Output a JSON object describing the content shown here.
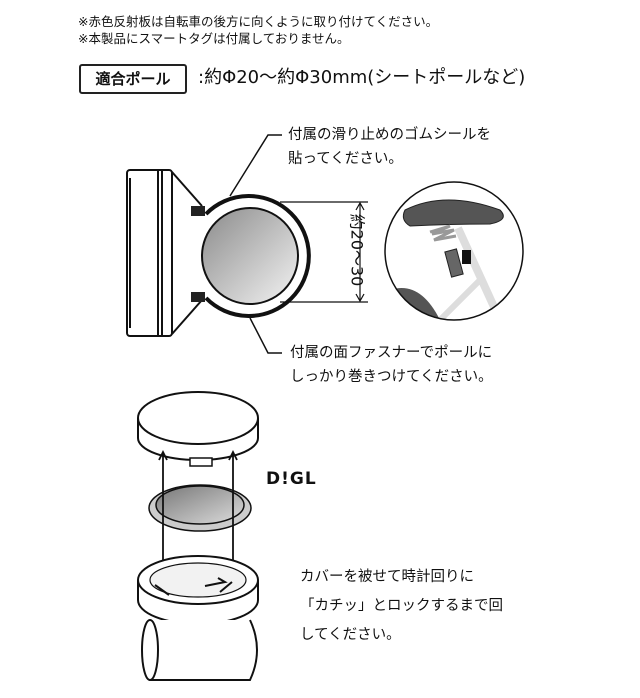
{
  "notes": [
    "※赤色反射板は自転車の後方に向くように取り付けてください。",
    "※本製品にスマートタグは付属しておりません。"
  ],
  "fit_pole": {
    "label": "適合ポール",
    "spec": ":約Φ20〜約Φ30mm(シートポールなど)"
  },
  "callouts": {
    "rubber_seal": [
      "付属の滑り止めのゴムシールを",
      "貼ってください。"
    ],
    "fastener": [
      "付属の面ファスナーでポールに",
      "しっかり巻きつけてください。"
    ],
    "cover": [
      "カバーを被せて時計回りに",
      "「カチッ」とロックするまで回",
      "してください。"
    ]
  },
  "dimension": "約20〜30",
  "tag_logo": "D!GL"
}
